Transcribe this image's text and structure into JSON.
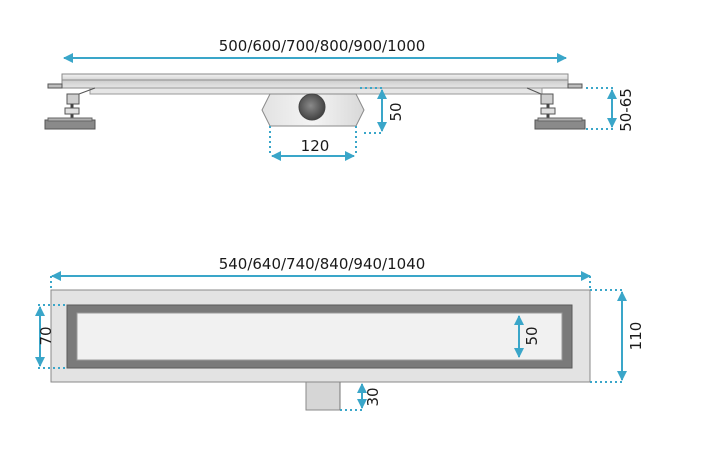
{
  "colors": {
    "dimension": "#3aa6c9",
    "steel": "#d4d4d4",
    "steel_dark": "#7a7a7a",
    "outline": "#8a8a8a"
  },
  "side_view": {
    "length_label": "500/600/700/800/900/1000",
    "outlet_width_label": "120",
    "outlet_height_label": "50",
    "feet_height_label": "50-65"
  },
  "top_view": {
    "length_label": "540/640/740/840/940/1040",
    "inner_width_label": "70",
    "grate_width_label": "50",
    "overall_width_label": "110",
    "outlet_label": "30"
  }
}
